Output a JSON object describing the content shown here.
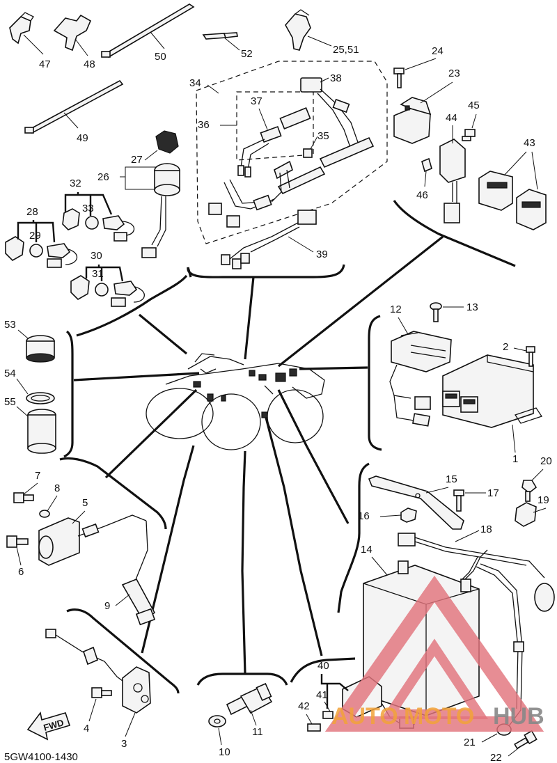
{
  "diagram": {
    "code": "5GW4100-1430",
    "fwd_label": "FWD",
    "part_labels": {
      "p1": "1",
      "p2": "2",
      "p3": "3",
      "p4": "4",
      "p5": "5",
      "p6": "6",
      "p7": "7",
      "p8": "8",
      "p9": "9",
      "p10": "10",
      "p11": "11",
      "p12": "12",
      "p13": "13",
      "p14": "14",
      "p15": "15",
      "p16": "16",
      "p17": "17",
      "p18": "18",
      "p19": "19",
      "p20": "20",
      "p21": "21",
      "p22": "22",
      "p23": "23",
      "p24": "24",
      "p25_51": "25,51",
      "p26": "26",
      "p27": "27",
      "p28": "28",
      "p29": "29",
      "p30": "30",
      "p31": "31",
      "p32": "32",
      "p33": "33",
      "p34": "34",
      "p35": "35",
      "p36": "36",
      "p37": "37",
      "p38": "38",
      "p39": "39",
      "p40": "40",
      "p41": "41",
      "p42": "42",
      "p43": "43",
      "p44": "44",
      "p45": "45",
      "p46": "46",
      "p47": "47",
      "p48": "48",
      "p49": "49",
      "p50": "50",
      "p52": "52",
      "p53": "53",
      "p54": "54",
      "p55": "55"
    }
  },
  "watermark": {
    "auto": "AUTO",
    "moto": "MOTO",
    "hub": "HUB",
    "colors": {
      "triangle": "#e2747d",
      "orange": "#f2a33a",
      "gray": "#888888"
    }
  }
}
